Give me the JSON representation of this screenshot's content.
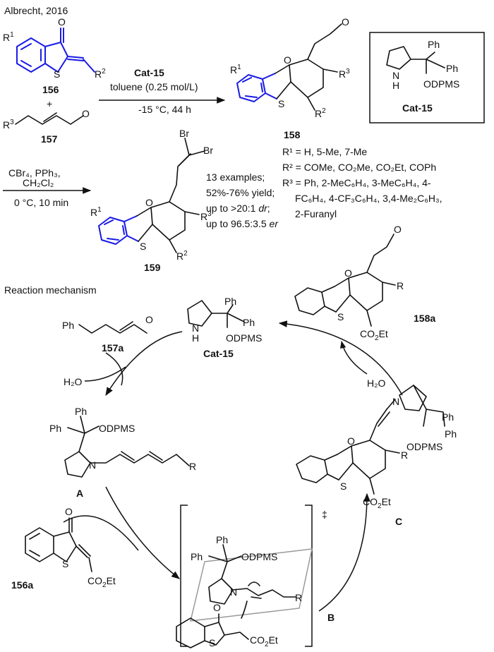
{
  "header": {
    "source": "Albrecht, 2016"
  },
  "labels": {
    "r1": "R",
    "r1_sup": "1",
    "r2": "R",
    "r2_sup": "2",
    "r3": "R",
    "r3_sup": "3",
    "o": "O",
    "s": "S",
    "n": "N",
    "nh": "H",
    "ph": "Ph",
    "odpms": "ODPMS",
    "co2et": "CO",
    "co2et_sub": "2",
    "co2et_end": "Et",
    "br": "Br",
    "r": "R"
  },
  "compounds": {
    "c156": "156",
    "c157": "157",
    "c158": "158",
    "c159": "159",
    "c157a": "157a",
    "c158a": "158a",
    "c156a": "156a",
    "cat": "Cat-15",
    "A": "A",
    "B": "B",
    "C": "C"
  },
  "reaction1": {
    "catalyst": "Cat-15",
    "solvent": "toluene (0.25 mol/L)",
    "conditions": "-15 °C, 44 h",
    "plus": "+"
  },
  "reaction2": {
    "reagents": "CBr₄, PPh₃,",
    "solvent": "CH₂Cl₂",
    "conditions": "0 °C, 10 min"
  },
  "substituents": {
    "r1_list": "R¹ = H, 5-Me, 7-Me",
    "r2_list": "R² = COMe, CO₂Me, CO₂Et, COPh",
    "r3_line1": "R³ = Ph, 2-MeC₆H₄, 3-MeC₆H₄, 4-",
    "r3_line2": "FC₆H₄, 4-CF₃C₆H₄, 3,4-Me₂C₆H₃,",
    "r3_line3": "2-Furanyl"
  },
  "results": {
    "examples": "13 examples;",
    "yield": "52%-76% yield;",
    "dr_prefix": "up to >20:1 ",
    "dr_unit": "dr",
    "dr_end": ";",
    "er_prefix": "up to 96.5:3.5 ",
    "er_unit": "er"
  },
  "mechanism": {
    "title": "Reaction mechanism",
    "water_out": "H₂O",
    "water_in": "H₂O",
    "ts_mark": "‡"
  }
}
